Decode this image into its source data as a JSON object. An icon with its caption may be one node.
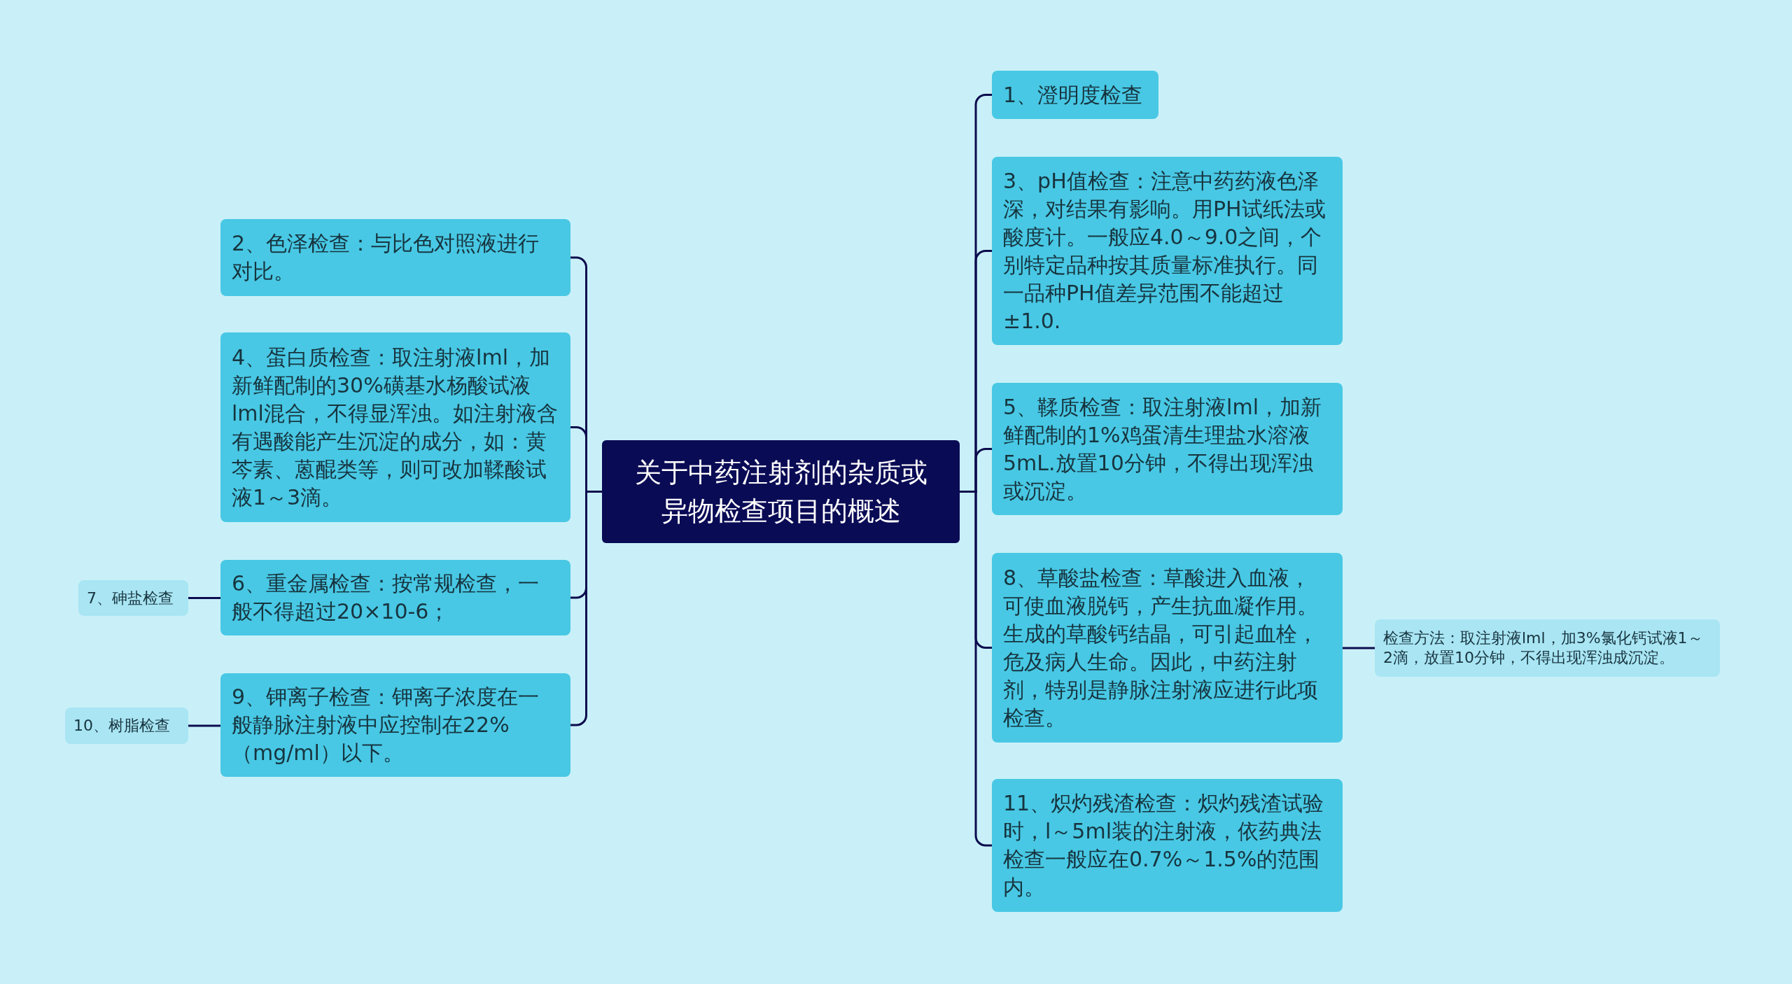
{
  "diagram": {
    "nodes": [
      {
        "text": [
          "关于中药注射剂的杂质或异物检查项目的概述"
        ]
      },
      {
        "text": [
          "1、澄明度检查"
        ]
      },
      {
        "text": [
          "2、色泽检查：与比色对照液进行对比。"
        ]
      },
      {
        "text": [
          "3、pH值检查：注意中药药液色泽深，对结果有影响。用PH试纸法或酸度计。一般应4.0～9.0之间，个别特定品种按其质量标准执行。同一品种PH值差异范围不能超过±1.0."
        ]
      },
      {
        "text": [
          "4、蛋白质检查：取注射液lml，加新鲜配制的30%磺基水杨酸试液lml混合，不得显浑浊。如注射液含有遇酸能产生沉淀的成分，如：黄芩素、蒽醌类等，则可改加鞣酸试液1～3滴。"
        ]
      },
      {
        "text": [
          "5、鞣质检查：取注射液lml，加新鲜配制的1%鸡蛋清生理盐水溶液5mL.放置10分钟，不得出现浑浊或沉淀。"
        ]
      },
      {
        "text": [
          "6、重金属检查：按常规检查，一般不得超过20×10-6；"
        ]
      },
      {
        "text": [
          "7、砷盐检查"
        ]
      },
      {
        "text": [
          "8、草酸盐检查：草酸进入血液，可使血液脱钙，产生抗血凝作用。生成的草酸钙结晶，可引起血栓，危及病人生命。因此，中药注射剂，特别是静脉注射液应进行此项检查。"
        ]
      },
      {
        "text": [
          "检查方法：取注射液lml，加3%氯化钙试液1～2滴，放置10分钟，不得出现浑浊成沉淀。"
        ]
      },
      {
        "text": [
          "9、钾离子检查：钾离子浓度在一般静脉注射液中应控制在22%（mg/ml）以下。"
        ]
      },
      {
        "text": [
          "10、树脂检查"
        ]
      },
      {
        "text": [
          "11、炽灼残渣检查：炽灼残渣试验时，l～5ml装的注射液，依药典法检查一般应在0.7%～1.5%的范围内。"
        ]
      }
    ],
    "edges": [
      {
        "from": 0,
        "to": 1,
        "arrow": "none"
      },
      {
        "from": 0,
        "to": 2,
        "arrow": "none"
      },
      {
        "from": 0,
        "to": 3,
        "arrow": "none"
      },
      {
        "from": 0,
        "to": 4,
        "arrow": "none"
      },
      {
        "from": 0,
        "to": 5,
        "arrow": "none"
      },
      {
        "from": 0,
        "to": 6,
        "arrow": "none"
      },
      {
        "from": 6,
        "to": 7,
        "arrow": "none"
      },
      {
        "from": 0,
        "to": 8,
        "arrow": "none"
      },
      {
        "from": 8,
        "to": 9,
        "arrow": "none"
      },
      {
        "from": 0,
        "to": 10,
        "arrow": "none"
      },
      {
        "from": 10,
        "to": 11,
        "arrow": "none"
      },
      {
        "from": 0,
        "to": 12,
        "arrow": "none"
      }
    ]
  }
}
